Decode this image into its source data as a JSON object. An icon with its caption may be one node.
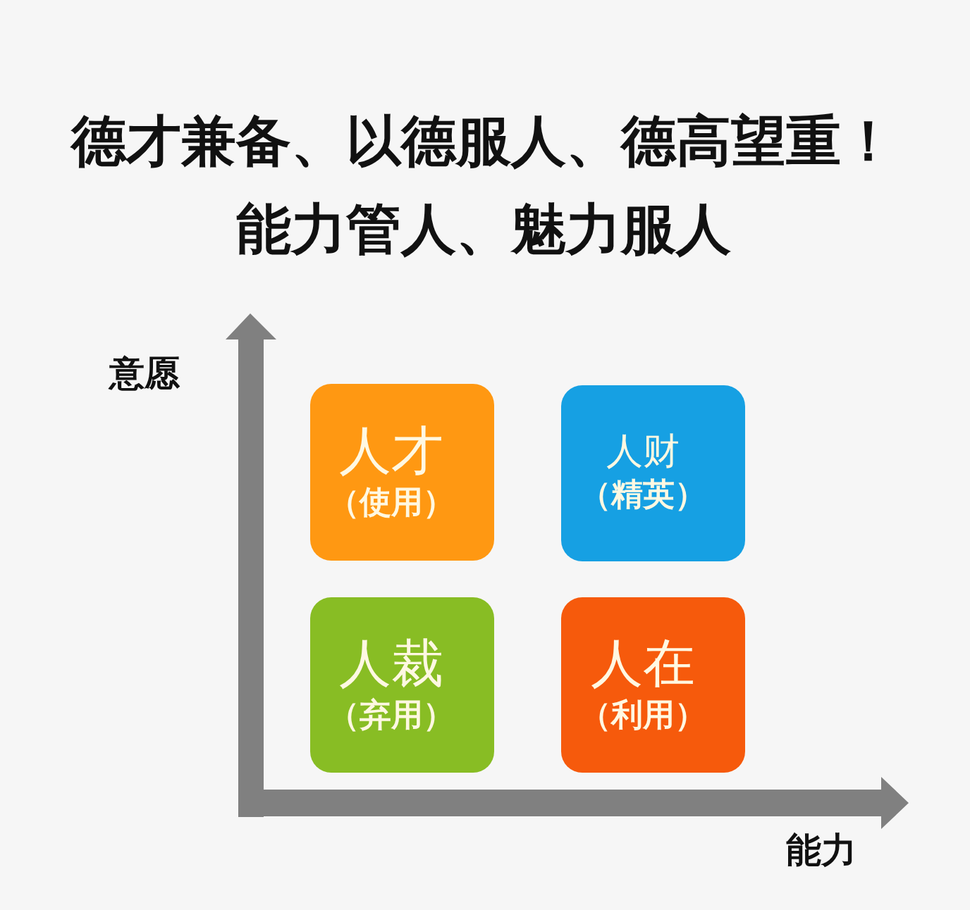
{
  "diagram": {
    "title": "德才兼备、以德服人、德高望重！能力管人、魅力服人",
    "nodes": [
      {
        "text": [
          "人才",
          "（使用）"
        ]
      },
      {
        "text": [
          "人财",
          "（精英）"
        ]
      },
      {
        "text": [
          "人裁",
          "（弃用）"
        ]
      },
      {
        "text": [
          "人在",
          "（利用）"
        ]
      }
    ],
    "labels": [
      "意愿",
      "能力"
    ]
  }
}
